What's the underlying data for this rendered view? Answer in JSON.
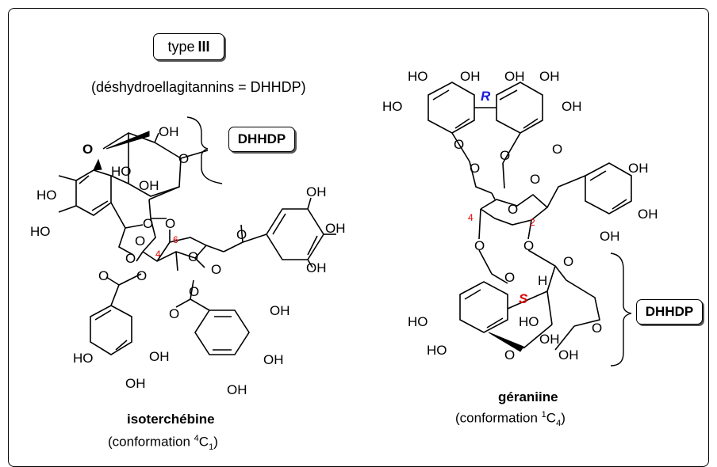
{
  "type_box": {
    "text": "type ",
    "numeral": "III"
  },
  "subtitle": "(déshydroellagitannins = DHHDP)",
  "dhhdp_left": "DHHDP",
  "dhhdp_right": "DHHDP",
  "stereo": {
    "R": "R",
    "S": "S"
  },
  "locants": {
    "l4": "4",
    "l6": "6",
    "r4": "4",
    "r2": "2"
  },
  "atoms": {
    "OH": "OH",
    "HO": "HO",
    "O": "O",
    "H": "H"
  },
  "compounds": {
    "left": {
      "name": "isoterchébine",
      "conf_prefix": "(conformation ",
      "conf_sup": "4",
      "conf_letter": "C",
      "conf_sub": "1",
      "conf_suffix": ")"
    },
    "right": {
      "name": "géraniine",
      "conf_prefix": "(conformation ",
      "conf_sup": "1",
      "conf_letter": "C",
      "conf_sub": "4",
      "conf_suffix": ")"
    }
  },
  "colors": {
    "stereo_R": "#1a1adc",
    "stereo_S": "#e00000",
    "locant": "#e00000"
  }
}
